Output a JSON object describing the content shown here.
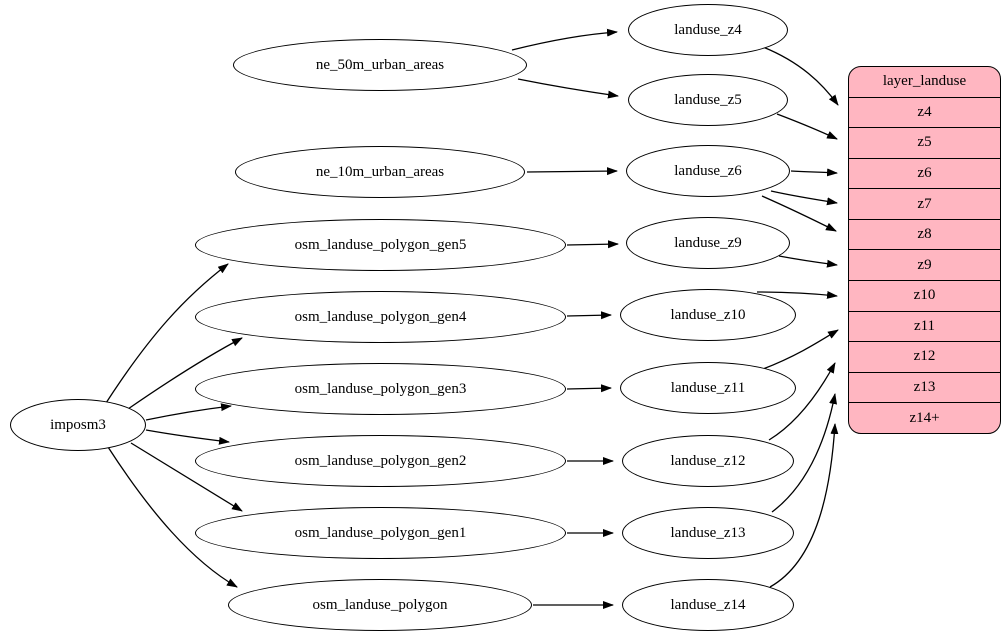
{
  "diagram": {
    "kind": "graphviz-dependency-digraph",
    "colors": {
      "background": "#ffffff",
      "node_fill": "#ffffff",
      "node_stroke": "#000000",
      "edge_stroke": "#000000",
      "table_fill": "#ffb6c1"
    }
  },
  "root": {
    "label": "imposm3"
  },
  "sources": [
    {
      "label": "ne_50m_urban_areas"
    },
    {
      "label": "ne_10m_urban_areas"
    },
    {
      "label": "osm_landuse_polygon_gen5"
    },
    {
      "label": "osm_landuse_polygon_gen4"
    },
    {
      "label": "osm_landuse_polygon_gen3"
    },
    {
      "label": "osm_landuse_polygon_gen2"
    },
    {
      "label": "osm_landuse_polygon_gen1"
    },
    {
      "label": "osm_landuse_polygon"
    }
  ],
  "stages": [
    {
      "label": "landuse_z4"
    },
    {
      "label": "landuse_z5"
    },
    {
      "label": "landuse_z6"
    },
    {
      "label": "landuse_z9"
    },
    {
      "label": "landuse_z10"
    },
    {
      "label": "landuse_z11"
    },
    {
      "label": "landuse_z12"
    },
    {
      "label": "landuse_z13"
    },
    {
      "label": "landuse_z14"
    }
  ],
  "table": {
    "title": "layer_landuse",
    "rows": [
      "z4",
      "z5",
      "z6",
      "z7",
      "z8",
      "z9",
      "z10",
      "z11",
      "z12",
      "z13",
      "z14+"
    ]
  },
  "edges": [
    {
      "from": "imposm3",
      "to": "osm_landuse_polygon_gen5"
    },
    {
      "from": "imposm3",
      "to": "osm_landuse_polygon_gen4"
    },
    {
      "from": "imposm3",
      "to": "osm_landuse_polygon_gen3"
    },
    {
      "from": "imposm3",
      "to": "osm_landuse_polygon_gen2"
    },
    {
      "from": "imposm3",
      "to": "osm_landuse_polygon_gen1"
    },
    {
      "from": "imposm3",
      "to": "osm_landuse_polygon"
    },
    {
      "from": "ne_50m_urban_areas",
      "to": "landuse_z4"
    },
    {
      "from": "ne_50m_urban_areas",
      "to": "landuse_z5"
    },
    {
      "from": "ne_10m_urban_areas",
      "to": "landuse_z6"
    },
    {
      "from": "osm_landuse_polygon_gen5",
      "to": "landuse_z9"
    },
    {
      "from": "osm_landuse_polygon_gen4",
      "to": "landuse_z10"
    },
    {
      "from": "osm_landuse_polygon_gen3",
      "to": "landuse_z11"
    },
    {
      "from": "osm_landuse_polygon_gen2",
      "to": "landuse_z12"
    },
    {
      "from": "osm_landuse_polygon_gen1",
      "to": "landuse_z13"
    },
    {
      "from": "osm_landuse_polygon",
      "to": "landuse_z14"
    },
    {
      "from": "landuse_z4",
      "to": "layer_landuse:z4"
    },
    {
      "from": "landuse_z5",
      "to": "layer_landuse:z5"
    },
    {
      "from": "landuse_z6",
      "to": "layer_landuse:z6"
    },
    {
      "from": "landuse_z6",
      "to": "layer_landuse:z7"
    },
    {
      "from": "landuse_z6",
      "to": "layer_landuse:z8"
    },
    {
      "from": "landuse_z9",
      "to": "layer_landuse:z9"
    },
    {
      "from": "landuse_z10",
      "to": "layer_landuse:z10"
    },
    {
      "from": "landuse_z11",
      "to": "layer_landuse:z11"
    },
    {
      "from": "landuse_z12",
      "to": "layer_landuse:z12"
    },
    {
      "from": "landuse_z13",
      "to": "layer_landuse:z13"
    },
    {
      "from": "landuse_z14",
      "to": "layer_landuse:z14+"
    }
  ]
}
